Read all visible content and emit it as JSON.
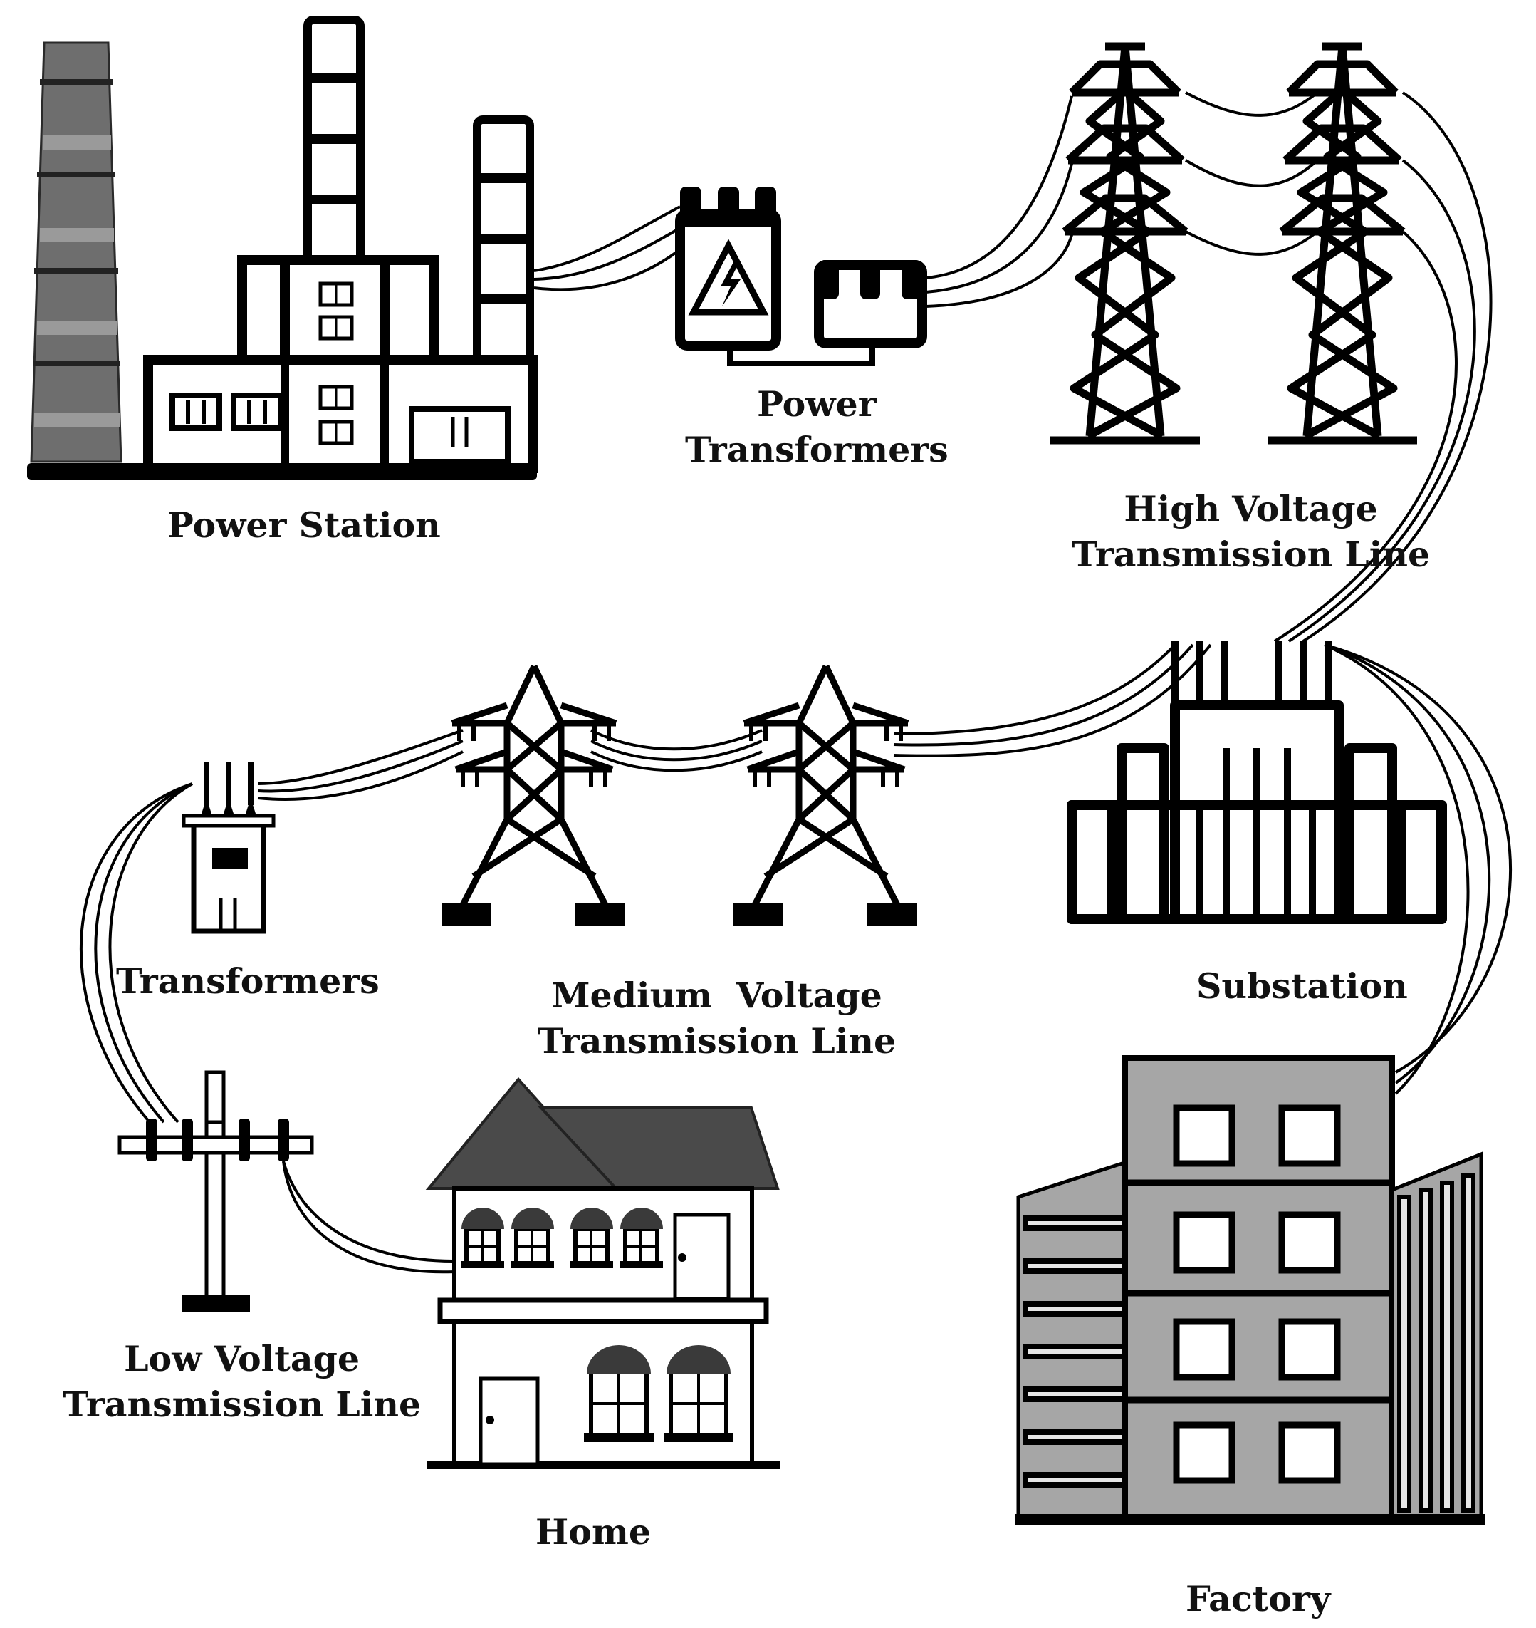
{
  "colors": {
    "ink": "#000000",
    "wall": "#ffffff",
    "roof": "#4a4a4a",
    "factory_grey": "#a6a6a6",
    "chimney_grey": "#6e6e6e"
  },
  "icons": {
    "power_station": "power-station-icon",
    "power_transformers": "power-transformer-icon",
    "high_voltage_towers": "high-voltage-tower-icon",
    "substation": "substation-icon",
    "medium_voltage_towers": "medium-voltage-tower-icon",
    "transformers": "pole-transformer-icon",
    "low_voltage_pole": "utility-pole-icon",
    "home": "house-icon",
    "factory": "factory-icon"
  },
  "labels": {
    "power_station": "Power Station",
    "power_transformers": [
      "Power",
      "Transformers"
    ],
    "high_voltage": [
      "High Voltage",
      "Transmission Line"
    ],
    "substation": "Substation",
    "medium_voltage": [
      "Medium  Voltage",
      "Transmission Line"
    ],
    "transformers": "Transformers",
    "low_voltage": [
      "Low Voltage",
      "Transmission Line"
    ],
    "home": "Home",
    "factory": "Factory"
  }
}
